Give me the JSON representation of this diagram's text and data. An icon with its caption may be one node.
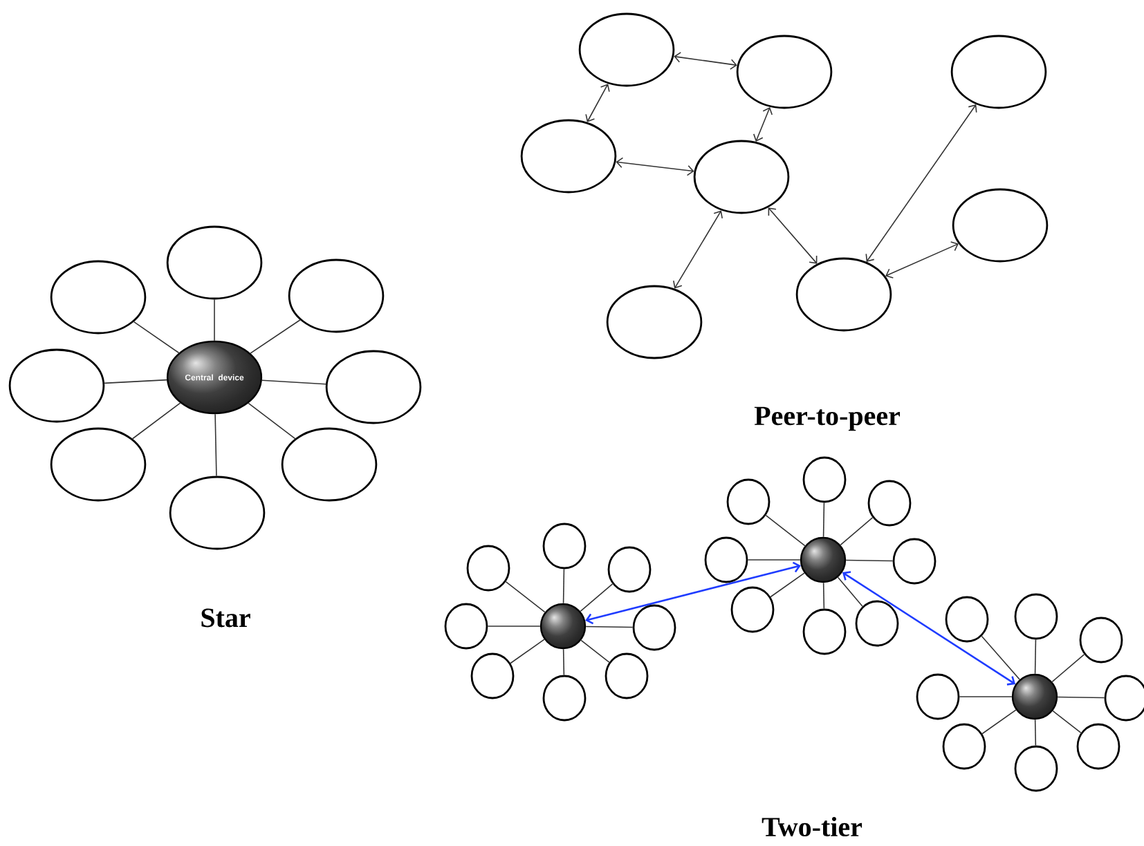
{
  "diagram": {
    "nodes": [
      {
        "text": [
          "Central device"
        ]
      },
      {
        "text": [],
        "shape": "circle"
      },
      {
        "text": [],
        "shape": "circle"
      },
      {
        "text": [],
        "shape": "circle"
      },
      {
        "text": [],
        "shape": "circle"
      },
      {
        "text": [],
        "shape": "circle"
      },
      {
        "text": [],
        "shape": "circle"
      },
      {
        "text": [],
        "shape": "circle"
      },
      {
        "text": [],
        "shape": "circle"
      },
      {
        "text": [],
        "shape": "circle"
      },
      {
        "text": [],
        "shape": "circle"
      },
      {
        "text": [],
        "shape": "circle"
      },
      {
        "text": [],
        "shape": "circle"
      },
      {
        "text": [],
        "shape": "circle"
      },
      {
        "text": [],
        "shape": "circle"
      },
      {
        "text": [],
        "shape": "circle"
      },
      {
        "text": [],
        "shape": "circle"
      },
      {
        "text": [],
        "shape": "circle"
      },
      {
        "text": [],
        "shape": "circle"
      },
      {
        "text": [],
        "shape": "circle"
      },
      {
        "text": [],
        "shape": "circle"
      },
      {
        "text": [],
        "shape": "circle"
      },
      {
        "text": [],
        "shape": "circle"
      },
      {
        "text": [],
        "shape": "circle"
      },
      {
        "text": [],
        "shape": "circle"
      },
      {
        "text": [],
        "shape": "circle"
      },
      {
        "text": [],
        "shape": "circle"
      },
      {
        "text": [],
        "shape": "circle"
      },
      {
        "text": [],
        "shape": "circle"
      },
      {
        "text": [],
        "shape": "circle"
      },
      {
        "text": [],
        "shape": "circle"
      },
      {
        "text": [],
        "shape": "circle"
      },
      {
        "text": [],
        "shape": "circle"
      },
      {
        "text": [],
        "shape": "circle"
      },
      {
        "text": [],
        "shape": "circle"
      },
      {
        "text": [],
        "shape": "circle"
      },
      {
        "text": [],
        "shape": "circle"
      },
      {
        "text": [],
        "shape": "circle"
      },
      {
        "text": [],
        "shape": "circle"
      },
      {
        "text": [],
        "shape": "circle"
      },
      {
        "text": [],
        "shape": "circle"
      },
      {
        "text": [],
        "shape": "circle"
      },
      {
        "text": [],
        "shape": "circle"
      },
      {
        "text": [],
        "shape": "circle"
      }
    ],
    "edges": [
      {
        "from": 0,
        "to": 1,
        "arrow": "none"
      },
      {
        "from": 0,
        "to": 2,
        "arrow": "none"
      },
      {
        "from": 0,
        "to": 3,
        "arrow": "none"
      },
      {
        "from": 0,
        "to": 4,
        "arrow": "none"
      },
      {
        "from": 0,
        "to": 5,
        "arrow": "none"
      },
      {
        "from": 0,
        "to": 6,
        "arrow": "none"
      },
      {
        "from": 0,
        "to": 7,
        "arrow": "none"
      },
      {
        "from": 0,
        "to": 8,
        "arrow": "none"
      },
      {
        "from": 9,
        "to": 10,
        "arrow": "both"
      },
      {
        "from": 9,
        "to": 11,
        "arrow": "both"
      },
      {
        "from": 10,
        "to": 12,
        "arrow": "both"
      },
      {
        "from": 11,
        "to": 12,
        "arrow": "both"
      },
      {
        "from": 12,
        "to": 15,
        "arrow": "both"
      },
      {
        "from": 12,
        "to": 16,
        "arrow": "both"
      },
      {
        "from": 13,
        "to": 16,
        "arrow": "both"
      },
      {
        "from": 14,
        "to": 16,
        "arrow": "both"
      },
      {
        "from": 17,
        "to": 18,
        "arrow": "none"
      },
      {
        "from": 17,
        "to": 19,
        "arrow": "none"
      },
      {
        "from": 17,
        "to": 20,
        "arrow": "none"
      },
      {
        "from": 17,
        "to": 21,
        "arrow": "none"
      },
      {
        "from": 17,
        "to": 22,
        "arrow": "none"
      },
      {
        "from": 17,
        "to": 23,
        "arrow": "none"
      },
      {
        "from": 17,
        "to": 24,
        "arrow": "none"
      },
      {
        "from": 17,
        "to": 25,
        "arrow": "none"
      },
      {
        "from": 26,
        "to": 27,
        "arrow": "none"
      },
      {
        "from": 26,
        "to": 28,
        "arrow": "none"
      },
      {
        "from": 26,
        "to": 29,
        "arrow": "none"
      },
      {
        "from": 26,
        "to": 30,
        "arrow": "none"
      },
      {
        "from": 26,
        "to": 31,
        "arrow": "none"
      },
      {
        "from": 26,
        "to": 32,
        "arrow": "none"
      },
      {
        "from": 26,
        "to": 33,
        "arrow": "none"
      },
      {
        "from": 26,
        "to": 34,
        "arrow": "none"
      },
      {
        "from": 35,
        "to": 36,
        "arrow": "none"
      },
      {
        "from": 35,
        "to": 37,
        "arrow": "none"
      },
      {
        "from": 35,
        "to": 38,
        "arrow": "none"
      },
      {
        "from": 35,
        "to": 39,
        "arrow": "none"
      },
      {
        "from": 35,
        "to": 40,
        "arrow": "none"
      },
      {
        "from": 35,
        "to": 41,
        "arrow": "none"
      },
      {
        "from": 35,
        "to": 42,
        "arrow": "none"
      },
      {
        "from": 35,
        "to": 43,
        "arrow": "none"
      },
      {
        "from": 17,
        "to": 26,
        "arrow": "both",
        "color": "#1f3cff"
      },
      {
        "from": 26,
        "to": 35,
        "arrow": "both",
        "color": "#1f3cff"
      }
    ],
    "labels": [
      "Peer-to-peer",
      "Star",
      "Two-tier"
    ]
  }
}
